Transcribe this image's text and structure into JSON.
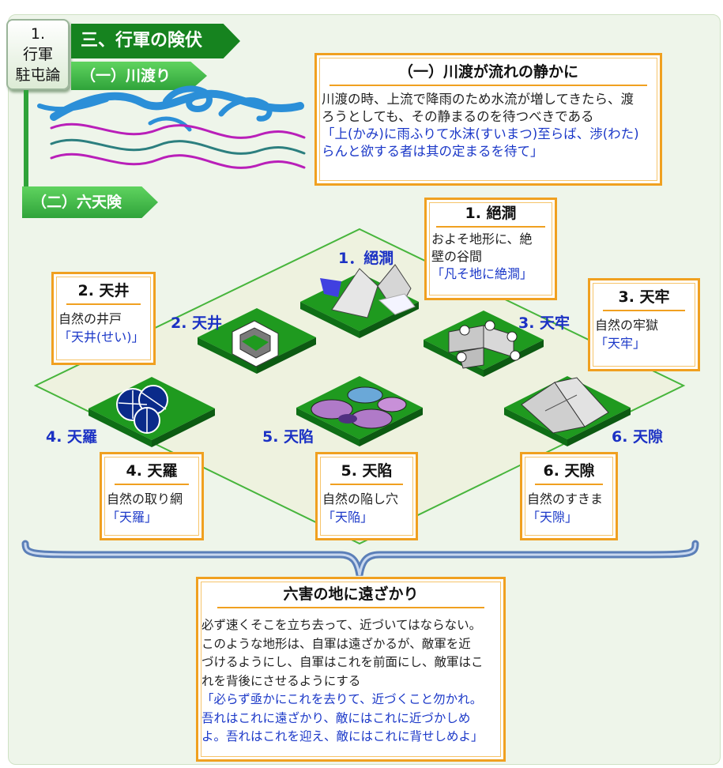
{
  "nav": {
    "tag_lines": [
      "1.",
      "行軍",
      "駐屯論"
    ],
    "main_title": "三、行軍の険伏",
    "sub1": "（一）川渡り",
    "sub2": "（二）六天険"
  },
  "river": {
    "title": "（一）川渡が流れの静かに",
    "line1": "川渡の時、上流で降雨のため水流が増してきたら、渡",
    "line2": "ろうとしても、その静まるのを待つべきである",
    "quote1": "「上(かみ)に雨ふりて水沫(すいまつ)至らば、渉(わた)",
    "quote2": "らんと欲する者は其の定まるを待て」"
  },
  "labels": {
    "l1": "1．絕澗",
    "l2": "2. 天井",
    "l3": "3. 天牢",
    "l4": "4. 天羅",
    "l5": "5. 天陷",
    "l6": "6. 天隙"
  },
  "boxes": {
    "b1": {
      "title": "1. 絕澗",
      "line1": "およそ地形に、絶",
      "line2": "壁の谷間",
      "quote": "「凡そ地に絶澗」"
    },
    "b2": {
      "title": "2. 天井",
      "line1": "自然の井戸",
      "quote": "「天井(せい)」"
    },
    "b3": {
      "title": "3. 天牢",
      "line1": "自然の牢獄",
      "quote": "「天牢」"
    },
    "b4": {
      "title": "4. 天羅",
      "line1": "自然の取り網",
      "quote": "「天羅」"
    },
    "b5": {
      "title": "5. 天陷",
      "line1": "自然の陥し穴",
      "quote": "「天陥」"
    },
    "b6": {
      "title": "6. 天隙",
      "line1": "自然のすきま",
      "quote": "「天隙」"
    }
  },
  "harm": {
    "title": "六害の地に遠ざかり",
    "p1": "必ず速くそこを立ち去って、近づいてはならない。",
    "p2": "このような地形は、自軍は遠ざかるが、敵軍を近",
    "p3": "づけるようにし、自軍はこれを前面にし、敵軍はこ",
    "p4": "れを背後にさせるようにする",
    "q1": "「必らず亟かにこれを去りて、近づくこと勿かれ。",
    "q2": "吾れはこれに遠ざかり、敵にはこれに近づかしめ",
    "q3": "よ。吾れはこれを迎え、敵にはこれに背せしめよ」"
  },
  "colors": {
    "green_dark": "#16831f",
    "green_light": "#3fb84a",
    "orange_border": "#f0a020",
    "blue_label": "#1b31c4"
  }
}
